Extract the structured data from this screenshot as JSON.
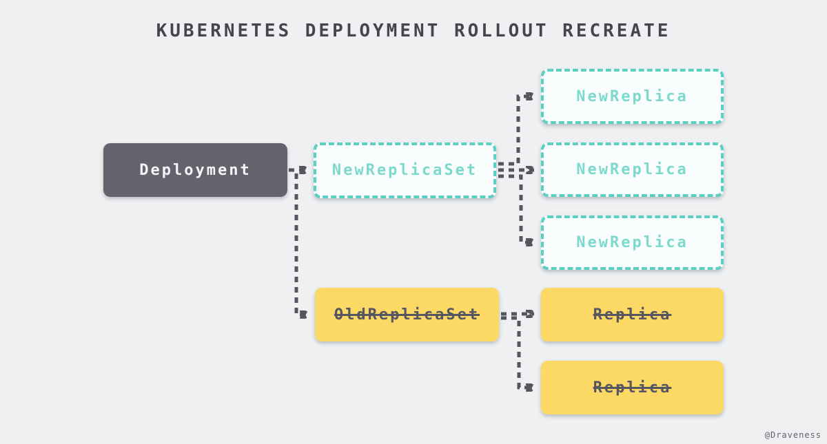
{
  "title": "KUBERNETES DEPLOYMENT ROLLOUT RECREATE",
  "watermark": "@Draveness",
  "colors": {
    "bg": "#eef0f2",
    "dark_node": "#63636e",
    "teal_border": "#5ad0c2",
    "teal_text": "#7cd9cc",
    "teal_node_bg": "#fafdfd",
    "yellow_node": "#fcd865",
    "text_dark": "#55565f",
    "arrow": "#54555e"
  },
  "nodes": {
    "deployment": {
      "label": "Deployment",
      "style": "solid-dark"
    },
    "new_replica_set": {
      "label": "NewReplicaSet",
      "style": "teal-dashed"
    },
    "new_replicas": [
      {
        "label": "NewReplica",
        "style": "teal-dashed"
      },
      {
        "label": "NewReplica",
        "style": "teal-dashed"
      },
      {
        "label": "NewReplica",
        "style": "teal-dashed"
      }
    ],
    "old_replica_set": {
      "label": "OldReplicaSet",
      "style": "yellow-strikethrough"
    },
    "old_replicas": [
      {
        "label": "Replica",
        "style": "yellow-strikethrough"
      },
      {
        "label": "Replica",
        "style": "yellow-strikethrough"
      }
    ]
  },
  "edges": [
    "deployment -> new_replica_set",
    "deployment -> old_replica_set",
    "new_replica_set -> new_replica_1",
    "new_replica_set -> new_replica_2",
    "new_replica_set -> new_replica_3",
    "old_replica_set -> replica_1",
    "old_replica_set -> replica_2"
  ]
}
